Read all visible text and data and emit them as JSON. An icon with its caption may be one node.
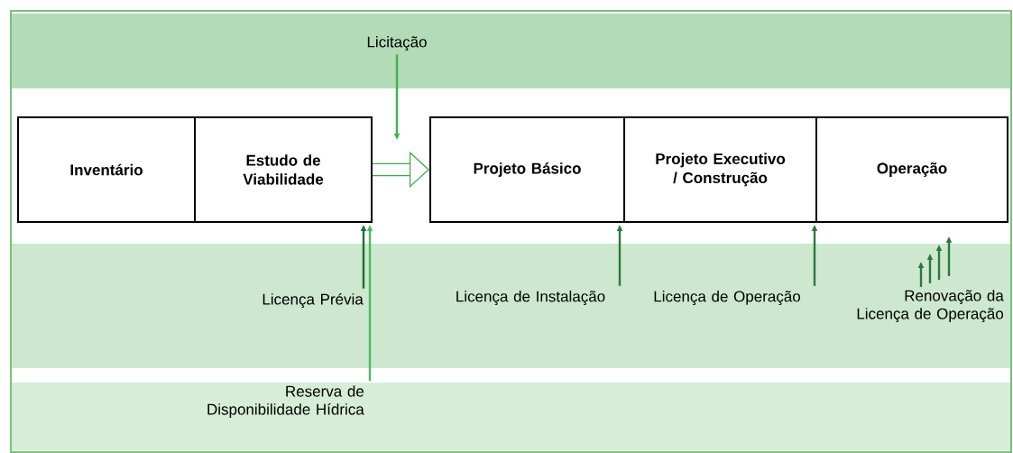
{
  "diagram": {
    "nodes": [
      {
        "text": [
          "Inventário"
        ]
      },
      {
        "text": [
          "Estudo de Viabilidade"
        ]
      },
      {
        "text": [
          "Projeto Básico"
        ]
      },
      {
        "text": [
          "Projeto Executivo / Construção"
        ]
      },
      {
        "text": [
          "Operação"
        ]
      },
      {
        "text": [
          "Licitação"
        ]
      },
      {
        "text": [
          "Licença Prévia"
        ]
      },
      {
        "text": [
          "Licença de Instalação"
        ]
      },
      {
        "text": [
          "Licença de Operação"
        ]
      },
      {
        "text": [
          "Renovação da Licença de Operação"
        ]
      },
      {
        "text": [
          "Reserva de Disponibilidade Hídrica"
        ]
      }
    ],
    "edges": [
      {
        "from": 1,
        "to": 2,
        "arrow": "to",
        "style": "thick",
        "color": "#3aaa4a"
      },
      {
        "from": 5,
        "to": null,
        "arrow": "to",
        "color": "#3fb34f"
      },
      {
        "from": 6,
        "to": 1,
        "arrow": "to",
        "color": "#1f6e36"
      },
      {
        "from": 10,
        "to": 1,
        "arrow": "to",
        "color": "#4cbb5e"
      },
      {
        "from": 7,
        "to": 2,
        "arrow": "to"
      },
      {
        "from": 8,
        "to": 3,
        "arrow": "to"
      },
      {
        "from": 9,
        "to": null,
        "arrow": "to"
      },
      {
        "from": 9,
        "to": null,
        "arrow": "to"
      },
      {
        "from": 9,
        "to": null,
        "arrow": "to"
      },
      {
        "from": 9,
        "to": null,
        "arrow": "to"
      }
    ]
  }
}
